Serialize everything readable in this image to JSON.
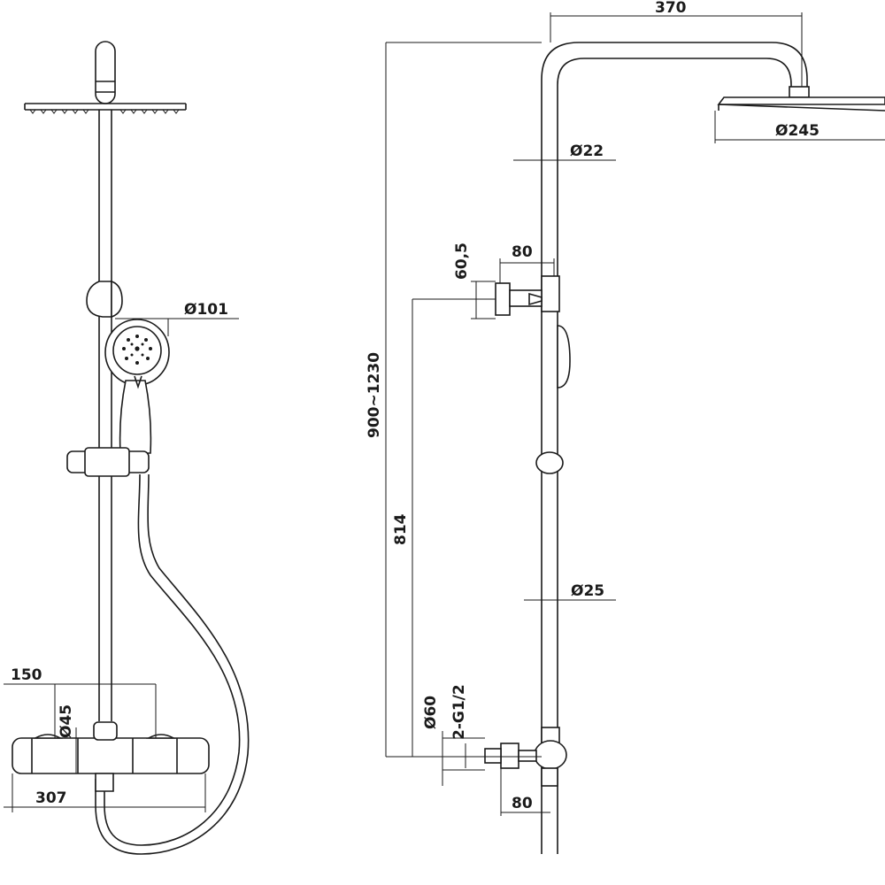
{
  "dimensions": {
    "head_spacing": "370",
    "top_pipe_diameter": "Ø22",
    "head_diameter": "Ø245",
    "bracket_offset_height": "60,5",
    "bracket_depth_top": "80",
    "height_range": "900~1230",
    "slide_height": "814",
    "bar_diameter": "Ø25",
    "inlet_size": "2-G1/2",
    "connector_diameter": "Ø60",
    "bracket_depth_bottom": "80",
    "handshower_diameter": "Ø101",
    "inlet_spacing": "150",
    "mixer_diameter": "Ø45",
    "mixer_length": "307"
  }
}
